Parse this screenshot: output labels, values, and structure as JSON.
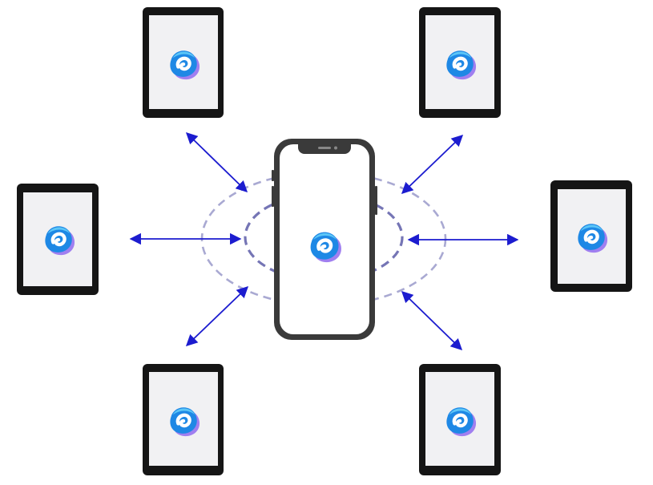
{
  "diagram": {
    "hub": {
      "kind": "smartphone",
      "icon": "app-logo-icon"
    },
    "devices": [
      {
        "id": "top-left",
        "kind": "tablet",
        "icon": "app-logo-icon"
      },
      {
        "id": "top-right",
        "kind": "tablet",
        "icon": "app-logo-icon"
      },
      {
        "id": "left",
        "kind": "tablet",
        "icon": "app-logo-icon"
      },
      {
        "id": "right",
        "kind": "tablet",
        "icon": "app-logo-icon"
      },
      {
        "id": "bottom-left",
        "kind": "tablet",
        "icon": "app-logo-icon"
      },
      {
        "id": "bottom-right",
        "kind": "tablet",
        "icon": "app-logo-icon"
      }
    ],
    "connection": {
      "style": "bidirectional-arrow",
      "count": 6
    },
    "signal_rings": 2,
    "colors": {
      "arrow": "#1c1ccf",
      "ring": "#8f8fc2",
      "tablet_frame": "#151515",
      "tablet_screen": "#f1f1f3",
      "phone_frame": "#3b3b3b",
      "phone_screen": "#ffffff",
      "logo_main": "#1e88e5",
      "logo_light": "#55c2f5",
      "logo_shadow": "#9a7ef0"
    }
  }
}
